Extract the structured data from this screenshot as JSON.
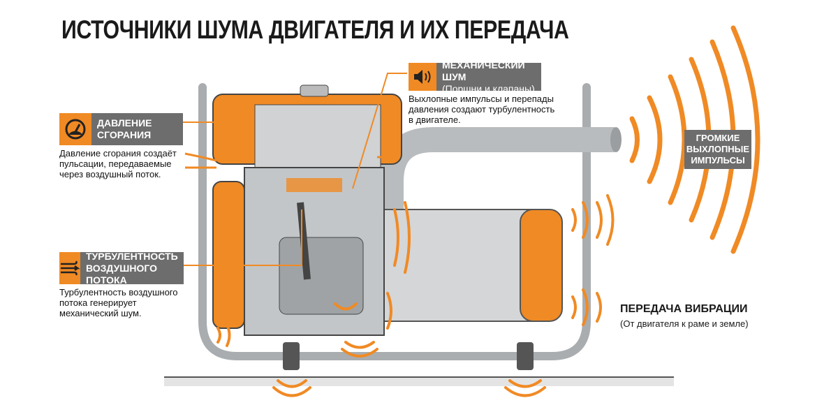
{
  "title": "ИСТОЧНИКИ ШУМА ДВИГАТЕЛЯ И ИХ ПЕРЕДАЧА",
  "callouts": {
    "combustion": {
      "icon": "gauge-icon",
      "line1": "ДАВЛЕНИЕ",
      "line2": "СГОРАНИЯ",
      "desc": [
        "Давление сгорания создаёт",
        "пульсации, передаваемые",
        "через воздушный поток."
      ]
    },
    "turbulence": {
      "icon": "wind-icon",
      "line1": "ТУРБУЛЕНТНОСТЬ",
      "line2": "ВОЗДУШНОГО ПОТОКА",
      "desc": [
        "Турбулентность воздушного",
        "потока генерирует",
        "механический шум."
      ]
    },
    "mechanical": {
      "icon": "speaker-icon",
      "line1": "МЕХАНИЧЕСКИЙ ШУМ",
      "line2": "(Поршни и клапаны)",
      "desc": [
        "Выхлопные импульсы и перепады",
        "давления создают турбулентность",
        "в двигателе."
      ]
    }
  },
  "exhaust": {
    "lines": [
      "ГРОМКИЕ",
      "ВЫХЛОПНЫЕ",
      "ИМПУЛЬСЫ"
    ]
  },
  "vibration": {
    "title": "ПЕРЕДАЧА ВИБРАЦИИ",
    "subtitle": "(От двигателя к раме и земле)"
  },
  "colors": {
    "accent": "#f08a24",
    "label_bg": "#6d6d6d",
    "metal": "#c9ccce"
  }
}
